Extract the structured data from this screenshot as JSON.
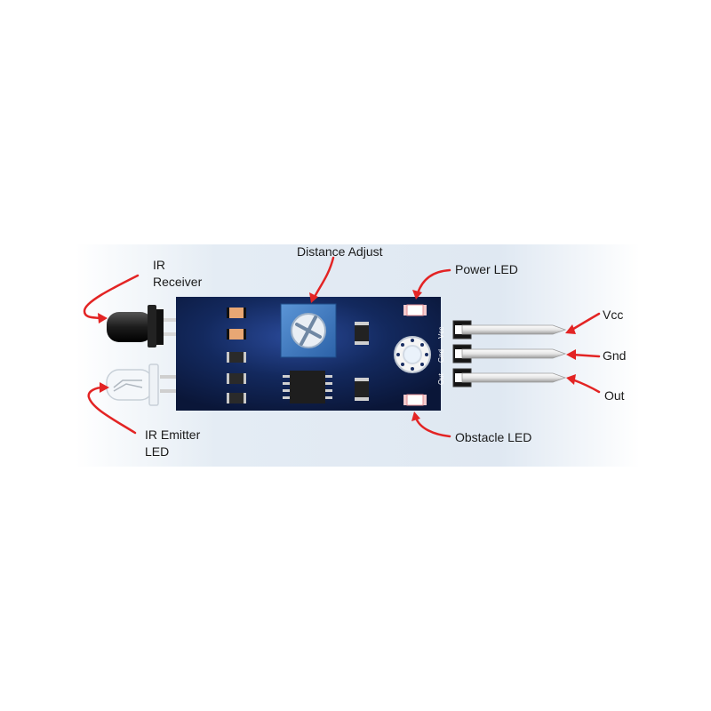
{
  "labels": {
    "ir_receiver": [
      "IR",
      "Receiver"
    ],
    "distance_adjust": "Distance Adjust",
    "power_led": "Power LED",
    "vcc": "Vcc",
    "gnd": "Gnd",
    "out": "Out",
    "obstacle_led": "Obstacle LED",
    "ir_emitter": [
      "IR Emitter",
      "LED"
    ]
  },
  "board_pin_labels": [
    "Vcc",
    "Gnd",
    "Out"
  ],
  "colors": {
    "board": "#0e1f4d",
    "arrow": "#e32424",
    "potentiometer": "#3a78c0",
    "background_glow": "#dde7f1"
  }
}
